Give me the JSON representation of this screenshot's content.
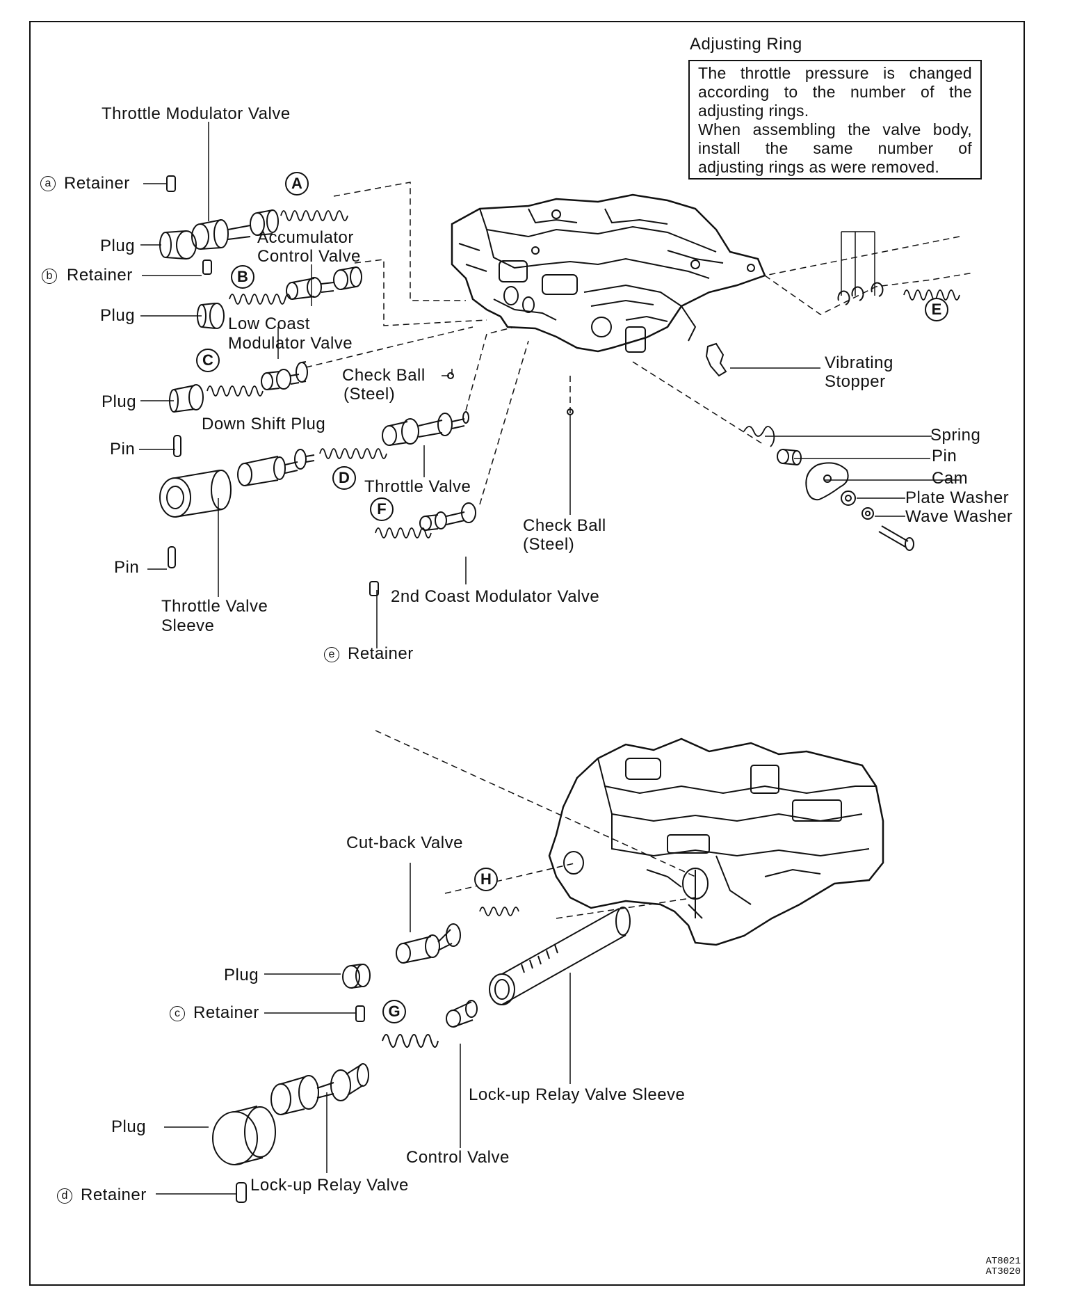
{
  "adjusting_ring": {
    "title": "Adjusting Ring",
    "note_lines": [
      "The throttle pressure is changed",
      "according to the number of the",
      "adjusting rings.",
      "When assembling the valve body,",
      "install the same number of",
      "adjusting rings as were removed."
    ]
  },
  "labels": {
    "throttle_modulator_valve": "Throttle Modulator Valve",
    "retainer": "Retainer",
    "plug": "Plug",
    "accumulator_control_valve_1": "Accumulator",
    "accumulator_control_valve_2": "Control Valve",
    "low_coast_modulator_valve_1": "Low Coast",
    "low_coast_modulator_valve_2": "Modulator Valve",
    "check_ball_1": "Check Ball",
    "check_ball_2": "(Steel)",
    "pin": "Pin",
    "down_shift_plug": "Down Shift Plug",
    "throttle_valve": "Throttle Valve",
    "throttle_valve_sleeve_1": "Throttle Valve",
    "throttle_valve_sleeve_2": "Sleeve",
    "second_coast_modulator_valve": "2nd Coast Modulator Valve",
    "vibrating_stopper_1": "Vibrating",
    "vibrating_stopper_2": "Stopper",
    "spring": "Spring",
    "cam": "Cam",
    "plate_washer": "Plate Washer",
    "wave_washer": "Wave Washer",
    "cut_back_valve": "Cut-back Valve",
    "lock_up_relay_valve_sleeve": "Lock-up Relay Valve Sleeve",
    "control_valve": "Control Valve",
    "lock_up_relay_valve": "Lock-up Relay Valve"
  },
  "spring_letters": [
    "A",
    "B",
    "C",
    "D",
    "E",
    "F",
    "G",
    "H"
  ],
  "retainer_letters": [
    "a",
    "b",
    "c",
    "d",
    "e"
  ],
  "figure_codes": [
    "AT8021",
    "AT3020"
  ]
}
